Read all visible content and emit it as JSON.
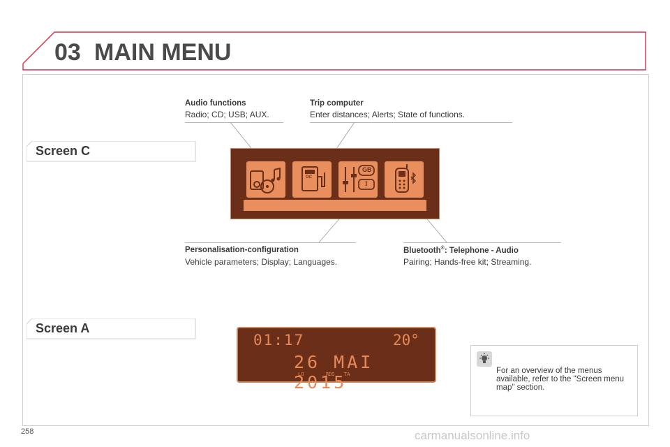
{
  "header": {
    "chapter_number": "03",
    "title": "MAIN MENU"
  },
  "screens": {
    "screen_c_label": "Screen C",
    "screen_a_label": "Screen A"
  },
  "labels": {
    "audio": {
      "title": "Audio functions",
      "desc": "Radio; CD; USB; AUX."
    },
    "trip": {
      "title": "Trip computer",
      "desc": "Enter distances; Alerts; State of functions."
    },
    "personalisation": {
      "title": "Personalisation-configuration",
      "desc": "Vehicle parameters; Display; Languages."
    },
    "bluetooth": {
      "title_prefix": "Bluetooth",
      "title_mark": "®",
      "title_suffix": ": Telephone - Audio",
      "desc": "Pairing; Hands-free kit; Streaming."
    }
  },
  "screen_c_icons": {
    "trip_text": "OC",
    "lang_gb": "GB",
    "lang_i": "I"
  },
  "screen_a": {
    "time": "01:17",
    "temperature": "20°",
    "date": "26 MAI 2015",
    "indicator_lo": "LO",
    "indicator_rds": "RDS",
    "indicator_ta": "TA"
  },
  "note": {
    "text": "For an overview of the menus available, refer to the \"Screen menu map\" section."
  },
  "footer": {
    "page_number": "258",
    "watermark": "carmanualsonline.info"
  },
  "colors": {
    "header_line": "#d0334b",
    "display_bg": "#6b2e18",
    "display_accent": "#e98f5d"
  }
}
